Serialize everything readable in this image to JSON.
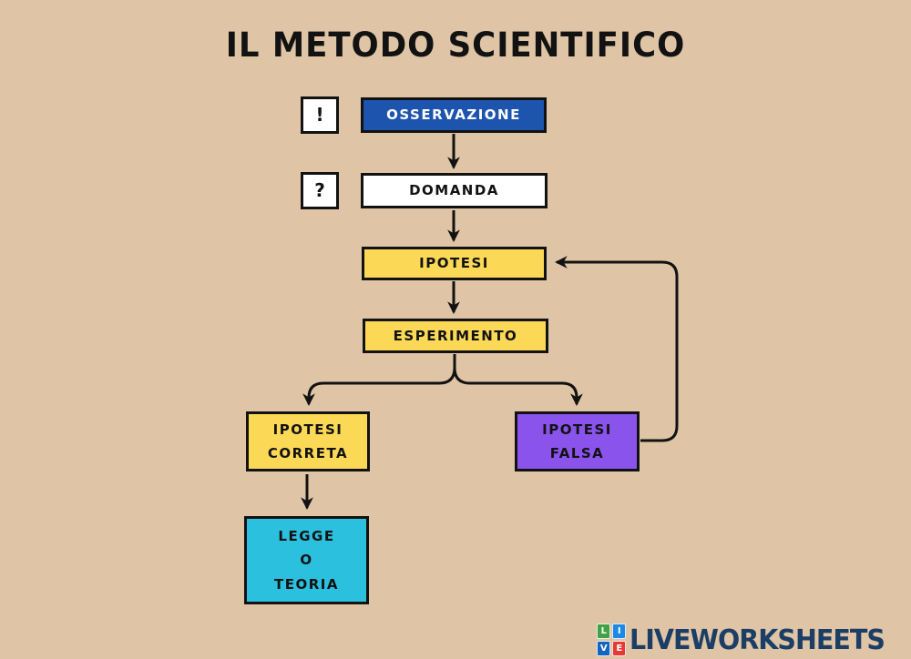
{
  "page": {
    "title": "IL METODO SCIENTIFICO",
    "background_color": "#dfc5a5",
    "line_color": "#121212"
  },
  "nodes": {
    "exclamation_marker": {
      "label": "!",
      "bg": "#ffffff",
      "color": "#121212"
    },
    "osservazione": {
      "label": "OSSERVAZIONE",
      "bg": "#1d55ae",
      "color": "#ffffff"
    },
    "question_marker": {
      "label": "?",
      "bg": "#ffffff",
      "color": "#121212"
    },
    "domanda": {
      "label": "DOMANDA",
      "bg": "#ffffff",
      "color": "#121212"
    },
    "ipotesi": {
      "label": "IPOTESI",
      "bg": "#fbd957",
      "color": "#121212"
    },
    "esperimento": {
      "label": "ESPERIMENTO",
      "bg": "#fbd957",
      "color": "#121212"
    },
    "ipotesi_corretta": {
      "label": "IPOTESI\nCORRETA",
      "bg": "#fbd957",
      "color": "#121212"
    },
    "ipotesi_falsa": {
      "label": "IPOTESI\nFALSA",
      "bg": "#8a54ec",
      "color": "#121212"
    },
    "legge_o_teoria": {
      "label": "LEGGE\nO\nTEORIA",
      "bg": "#2bc0de",
      "color": "#121212"
    }
  },
  "edges": [
    {
      "from": "osservazione",
      "to": "domanda"
    },
    {
      "from": "domanda",
      "to": "ipotesi"
    },
    {
      "from": "ipotesi",
      "to": "esperimento"
    },
    {
      "from": "esperimento",
      "to": "ipotesi_corretta"
    },
    {
      "from": "esperimento",
      "to": "ipotesi_falsa"
    },
    {
      "from": "ipotesi_corretta",
      "to": "legge_o_teoria"
    },
    {
      "from": "ipotesi_falsa",
      "to": "ipotesi"
    }
  ],
  "footer": {
    "brand": "LIVEWORKSHEETS",
    "brand_color": "#1c3e66",
    "logo_tiles": [
      {
        "letter": "L",
        "bg": "#43a047"
      },
      {
        "letter": "I",
        "bg": "#1e88e5"
      },
      {
        "letter": "V",
        "bg": "#1565c0"
      },
      {
        "letter": "E",
        "bg": "#e53935"
      }
    ]
  }
}
